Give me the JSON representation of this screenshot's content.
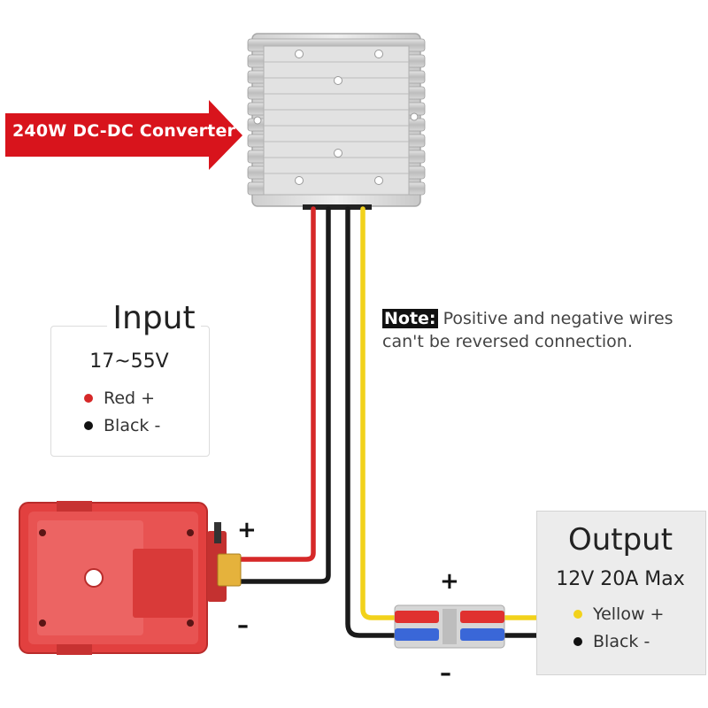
{
  "converter": {
    "label": "240W DC-DC Converter"
  },
  "input": {
    "title": "Input",
    "range": "17~55V",
    "wires": [
      {
        "color_name": "Red +",
        "color": "#d62828"
      },
      {
        "color_name": "Black -",
        "color": "#111111"
      }
    ]
  },
  "note": {
    "tag": "Note:",
    "text": " Positive and negative wires can't be reversed connection."
  },
  "output": {
    "title": "Output",
    "spec": "12V 20A Max",
    "wires": [
      {
        "color_name": "Yellow +",
        "color": "#f2d21b"
      },
      {
        "color_name": "Black -",
        "color": "#111111"
      }
    ]
  },
  "battery_signs": {
    "plus": "+",
    "minus": "–"
  },
  "connector_signs": {
    "plus": "+",
    "minus": "–"
  },
  "colors": {
    "accent_red": "#d8141c",
    "battery_red": "#e2403f",
    "heatsink": "#c9c9c9",
    "wire_yellow": "#f2d21b",
    "connector_blue": "#3a67d8"
  }
}
